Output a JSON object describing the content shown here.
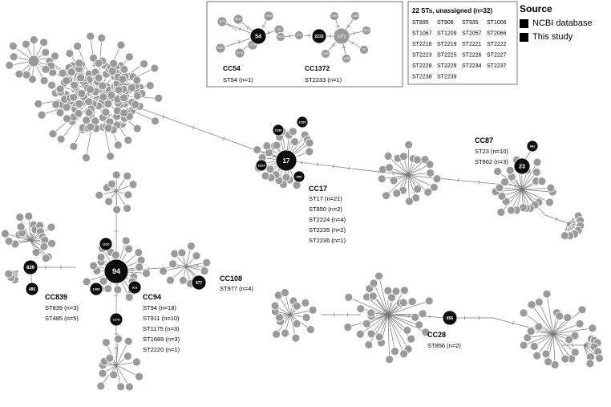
{
  "legend": {
    "title": "Source",
    "items": [
      {
        "label": "NCBI database",
        "color": "#000000"
      },
      {
        "label": "This study",
        "color": "#000000"
      }
    ]
  },
  "colors": {
    "ncbi_node": "#9a9a9a",
    "study_node": "#0b0b0b",
    "edge": "#777777",
    "node_border": "#ffffff"
  },
  "inset": {
    "cc54": {
      "title": "CC54",
      "lines": [
        "ST54 (n=1)"
      ],
      "center_label": "54",
      "leaf_labels": [
        "2870",
        "2893",
        "2094",
        "55",
        "2097",
        "1770",
        "1976"
      ]
    },
    "cc1372": {
      "title": "CC1372",
      "lines": [
        "ST2233 (n=1)"
      ],
      "center_label": "1372",
      "study_label": "2233",
      "leaf_labels": [
        "1610",
        "973",
        "1387",
        "1488",
        "1363",
        "1492",
        "732",
        "1338"
      ]
    }
  },
  "unassigned": {
    "title": "22 STs, unassigned (n=32)",
    "rows": [
      [
        "ST895",
        "ST908",
        "ST935",
        "ST1006"
      ],
      [
        "ST1067",
        "ST1209",
        "ST2057",
        "ST2066"
      ],
      [
        "ST2218",
        "ST2219",
        "ST2221",
        "ST2222"
      ],
      [
        "ST2223",
        "ST2225",
        "ST2226",
        "ST2227"
      ],
      [
        "ST2228",
        "ST2229",
        "ST2234",
        "ST2237"
      ],
      [
        "ST2238",
        "ST2239",
        "",
        ""
      ]
    ]
  },
  "clonal_complexes": {
    "cc17": {
      "title": "CC17",
      "lines": [
        "ST17 (n=21)",
        "ST850 (n=2)",
        "ST2224 (n=4)",
        "ST2235 (n=2)",
        "ST2236 (n=1)"
      ],
      "center_label": "17",
      "study_labels": [
        "2236",
        "2235",
        "2224",
        "850"
      ]
    },
    "cc87": {
      "title": "CC87",
      "lines": [
        "ST23 (n=10)",
        "ST862 (n=3)"
      ],
      "center_label": "23",
      "study_labels": [
        "862"
      ]
    },
    "cc839": {
      "title": "CC839",
      "lines": [
        "ST839 (n=3)",
        "ST485 (n=5)"
      ],
      "center_label": "839",
      "study_labels": [
        "485"
      ]
    },
    "cc94": {
      "title": "CC94",
      "lines": [
        "ST94 (n=18)",
        "ST911 (n=10)",
        "ST1175 (n=3)",
        "ST1689 (n=3)",
        "ST2220 (n=1)"
      ],
      "center_label": "94",
      "study_labels": [
        "2220",
        "1689",
        "913",
        "1175"
      ]
    },
    "cc108": {
      "title": "CC108",
      "lines": [
        "ST977 (n=4)"
      ],
      "study_labels": [
        "977"
      ]
    },
    "cc28": {
      "title": "CC28",
      "lines": [
        "ST856 (n=2)"
      ],
      "study_labels": [
        "856"
      ]
    }
  }
}
